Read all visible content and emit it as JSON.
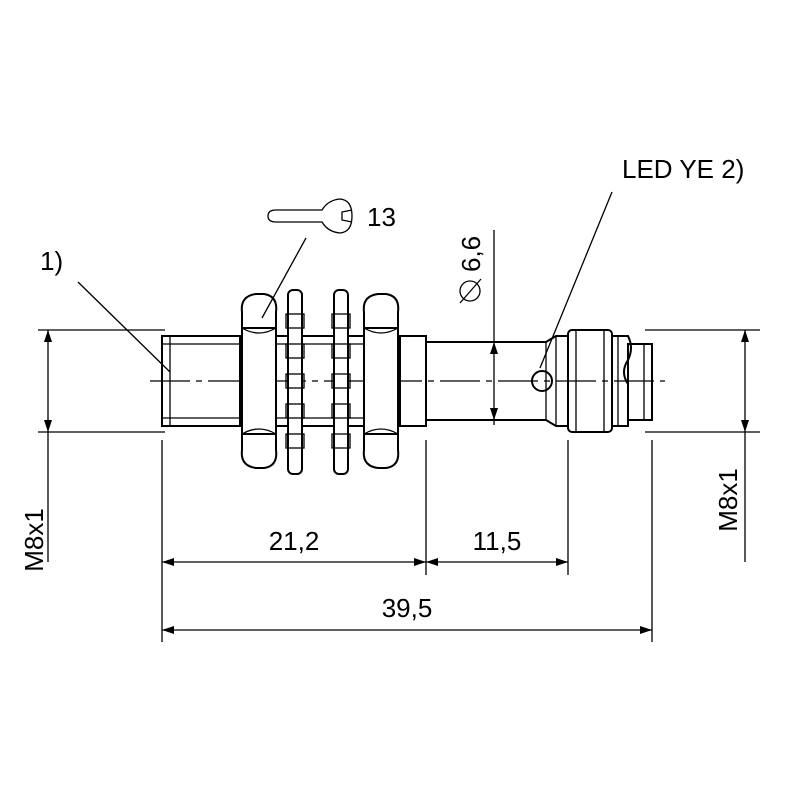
{
  "labels": {
    "footnote_1": "1)",
    "wrench_size": "13",
    "diameter": "6,6",
    "led": "LED YE 2)",
    "thread_left": "M8x1",
    "thread_right": "M8x1",
    "dim_front": "21,2",
    "dim_back": "11,5",
    "dim_total": "39,5"
  },
  "icons": {
    "wrench": "open-end-wrench-icon",
    "diameter": "diameter-symbol-icon"
  },
  "colors": {
    "line": "#000000",
    "background": "#ffffff"
  }
}
